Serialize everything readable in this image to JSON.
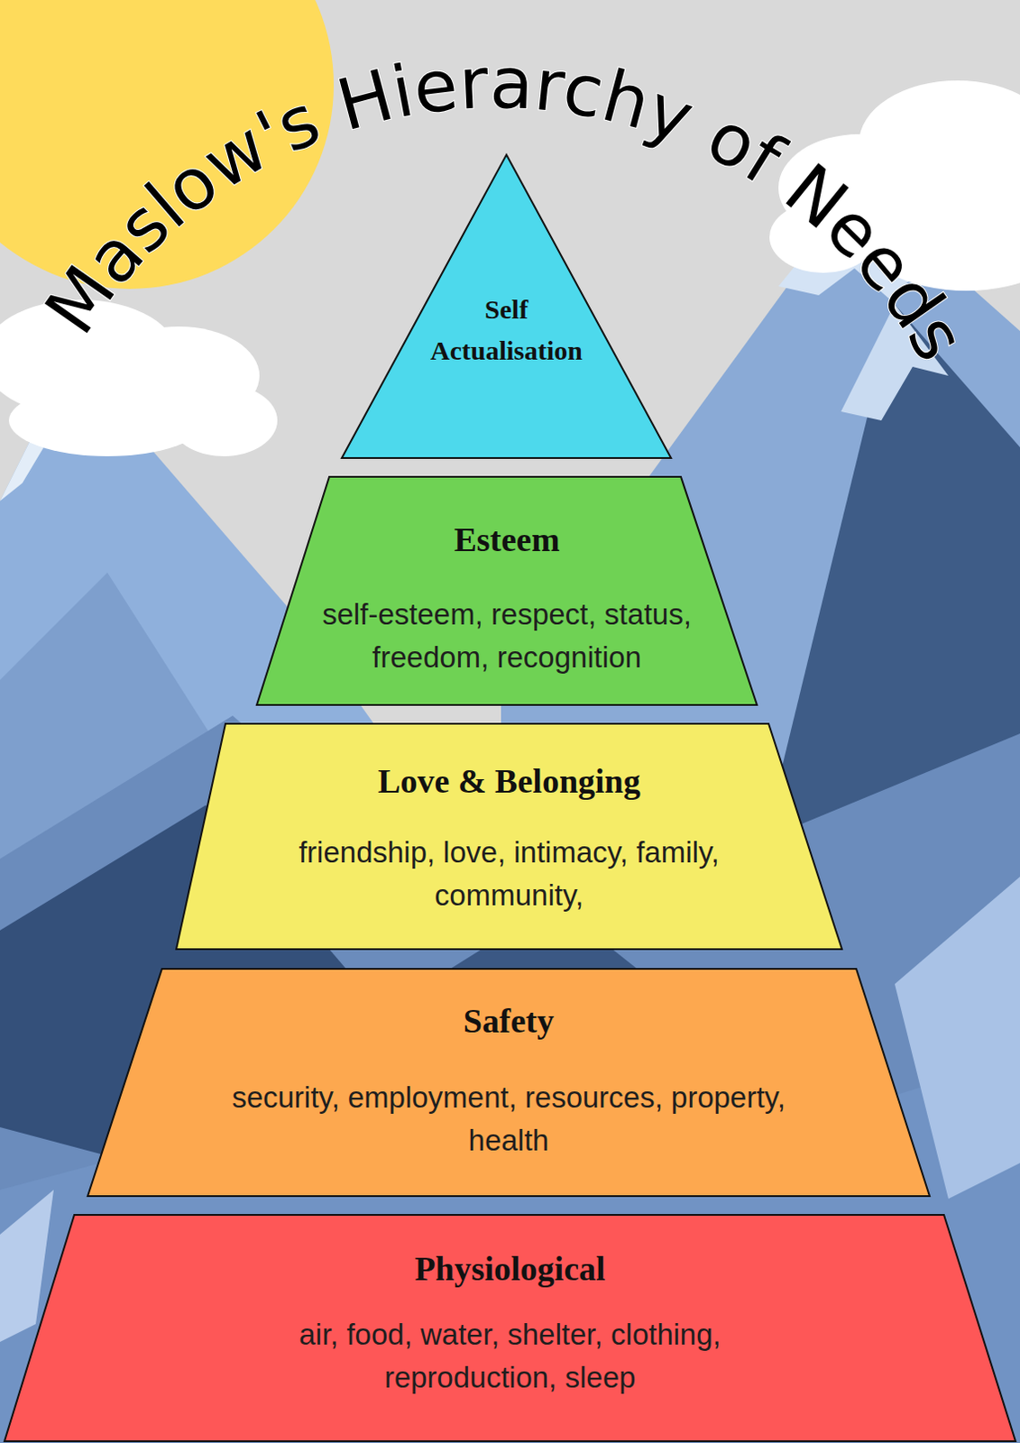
{
  "diagram": {
    "title": "Maslow's Hierarchy of Needs",
    "nodes": [
      {
        "text": [
          "Self Actualisation"
        ]
      },
      {
        "text": [
          "Esteem",
          "self-esteem, respect, status, freedom, recognition"
        ]
      },
      {
        "text": [
          "Love & Belonging",
          "friendship, love, intimacy, family, community,"
        ]
      },
      {
        "text": [
          "Safety",
          "security, employment, resources, property, health"
        ]
      },
      {
        "text": [
          "Physiological",
          "air, food, water, shelter, clothing, reproduction, sleep"
        ]
      }
    ]
  }
}
